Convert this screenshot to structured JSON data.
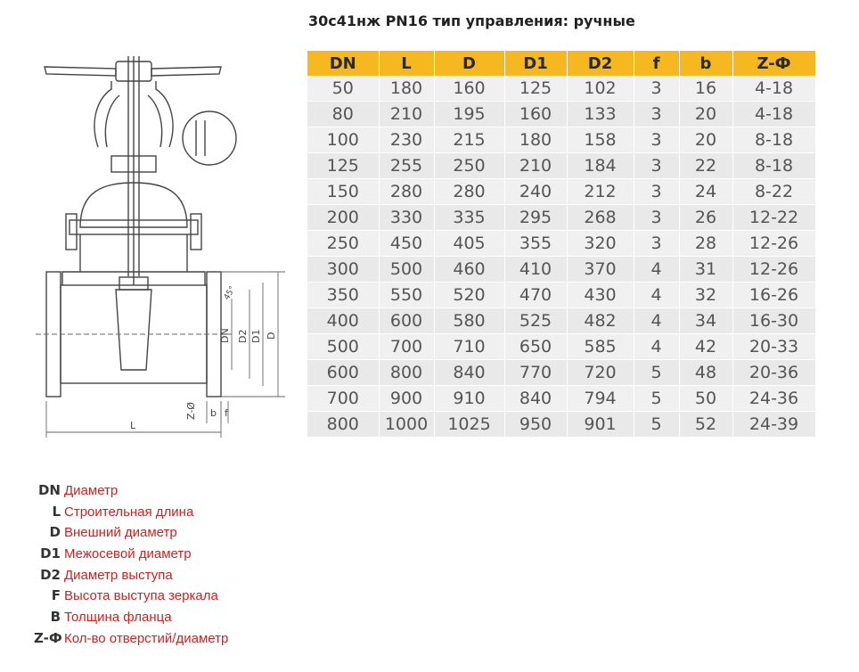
{
  "title": "30с41нж PN16 тип управления: ручные",
  "table": {
    "headers": [
      "DN",
      "L",
      "D",
      "D1",
      "D2",
      "f",
      "b",
      "Z-Ф"
    ],
    "rows": [
      [
        "50",
        "180",
        "160",
        "125",
        "102",
        "3",
        "16",
        "4-18"
      ],
      [
        "80",
        "210",
        "195",
        "160",
        "133",
        "3",
        "20",
        "4-18"
      ],
      [
        "100",
        "230",
        "215",
        "180",
        "158",
        "3",
        "20",
        "8-18"
      ],
      [
        "125",
        "255",
        "250",
        "210",
        "184",
        "3",
        "22",
        "8-18"
      ],
      [
        "150",
        "280",
        "280",
        "240",
        "212",
        "3",
        "24",
        "8-22"
      ],
      [
        "200",
        "330",
        "335",
        "295",
        "268",
        "3",
        "26",
        "12-22"
      ],
      [
        "250",
        "450",
        "405",
        "355",
        "320",
        "3",
        "28",
        "12-26"
      ],
      [
        "300",
        "500",
        "460",
        "410",
        "370",
        "4",
        "31",
        "12-26"
      ],
      [
        "350",
        "550",
        "520",
        "470",
        "430",
        "4",
        "32",
        "16-26"
      ],
      [
        "400",
        "600",
        "580",
        "525",
        "482",
        "4",
        "34",
        "16-30"
      ],
      [
        "500",
        "700",
        "710",
        "650",
        "585",
        "4",
        "42",
        "20-33"
      ],
      [
        "600",
        "800",
        "840",
        "770",
        "720",
        "5",
        "48",
        "20-36"
      ],
      [
        "700",
        "900",
        "910",
        "840",
        "794",
        "5",
        "50",
        "24-36"
      ],
      [
        "800",
        "1000",
        "1025",
        "950",
        "901",
        "5",
        "52",
        "24-39"
      ]
    ]
  },
  "drawing": {
    "dim_L": "L",
    "dim_DN": "DN",
    "dim_D2": "D2",
    "dim_D1": "D1",
    "dim_D": "D",
    "dim_Z": "Z-Ø",
    "dim_b": "b",
    "dim_f": "f",
    "dim_angle": "45°"
  },
  "legend": [
    {
      "abbr": "DN",
      "desc": "Диаметр"
    },
    {
      "abbr": "L",
      "desc": "Строительная длина"
    },
    {
      "abbr": "D",
      "desc": "Внешний диаметр"
    },
    {
      "abbr": "D1",
      "desc": "Межосевой диаметр"
    },
    {
      "abbr": "D2",
      "desc": "Диаметр выступа"
    },
    {
      "abbr": "F",
      "desc": "Высота выступа зеркала"
    },
    {
      "abbr": "B",
      "desc": "Толщина фланца"
    },
    {
      "abbr": "Z-Ф",
      "desc": "Кол-во отверстий/диаметр"
    }
  ]
}
